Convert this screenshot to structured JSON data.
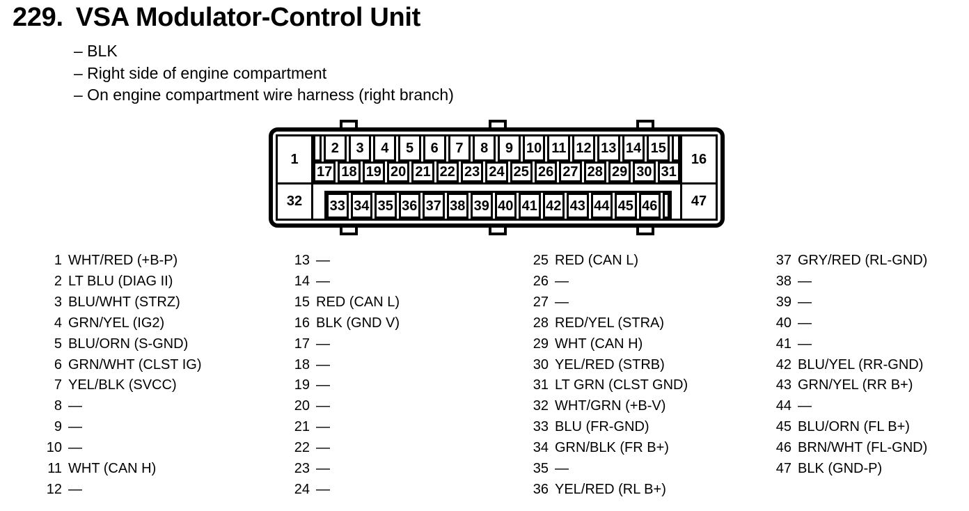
{
  "page": {
    "heading": {
      "number": "229.",
      "title": "VSA Modulator-Control Unit"
    },
    "notes": [
      "– BLK",
      "– Right side of engine compartment",
      "– On engine compartment wire harness (right branch)"
    ]
  },
  "connector": {
    "corner_pins": {
      "top_left": "1",
      "top_right": "16",
      "bottom_left": "32",
      "bottom_right": "47"
    },
    "top_row": [
      "2",
      "3",
      "4",
      "5",
      "6",
      "7",
      "8",
      "9",
      "10",
      "11",
      "12",
      "13",
      "14",
      "15"
    ],
    "middle_row": [
      "17",
      "18",
      "19",
      "20",
      "21",
      "22",
      "23",
      "24",
      "25",
      "26",
      "27",
      "28",
      "29",
      "30",
      "31"
    ],
    "bottom_row": [
      "33",
      "34",
      "35",
      "36",
      "37",
      "38",
      "39",
      "40",
      "41",
      "42",
      "43",
      "44",
      "45",
      "46"
    ]
  },
  "pin_list": {
    "columns": [
      {
        "pins": [
          {
            "n": "1",
            "label": "WHT/RED (+B-P)"
          },
          {
            "n": "2",
            "label": "LT BLU (DIAG II)"
          },
          {
            "n": "3",
            "label": "BLU/WHT (STRZ)"
          },
          {
            "n": "4",
            "label": "GRN/YEL (IG2)"
          },
          {
            "n": "5",
            "label": "BLU/ORN (S-GND)"
          },
          {
            "n": "6",
            "label": "GRN/WHT (CLST IG)"
          },
          {
            "n": "7",
            "label": "YEL/BLK (SVCC)"
          },
          {
            "n": "8",
            "label": "—"
          },
          {
            "n": "9",
            "label": "—"
          },
          {
            "n": "10",
            "label": "—"
          },
          {
            "n": "11",
            "label": "WHT (CAN H)"
          },
          {
            "n": "12",
            "label": "—"
          }
        ]
      },
      {
        "pins": [
          {
            "n": "13",
            "label": "—"
          },
          {
            "n": "14",
            "label": "—"
          },
          {
            "n": "15",
            "label": "RED (CAN L)"
          },
          {
            "n": "16",
            "label": "BLK (GND V)"
          },
          {
            "n": "17",
            "label": "—"
          },
          {
            "n": "18",
            "label": "—"
          },
          {
            "n": "19",
            "label": "—"
          },
          {
            "n": "20",
            "label": "—"
          },
          {
            "n": "21",
            "label": "—"
          },
          {
            "n": "22",
            "label": "—"
          },
          {
            "n": "23",
            "label": "—"
          },
          {
            "n": "24",
            "label": "—"
          }
        ]
      },
      {
        "pins": [
          {
            "n": "25",
            "label": "RED (CAN L)"
          },
          {
            "n": "26",
            "label": "—"
          },
          {
            "n": "27",
            "label": "—"
          },
          {
            "n": "28",
            "label": "RED/YEL (STRA)"
          },
          {
            "n": "29",
            "label": "WHT (CAN H)"
          },
          {
            "n": "30",
            "label": "YEL/RED (STRB)"
          },
          {
            "n": "31",
            "label": "LT GRN (CLST GND)"
          },
          {
            "n": "32",
            "label": "WHT/GRN (+B-V)"
          },
          {
            "n": "33",
            "label": "BLU (FR-GND)"
          },
          {
            "n": "34",
            "label": "GRN/BLK (FR B+)"
          },
          {
            "n": "35",
            "label": "—"
          },
          {
            "n": "36",
            "label": "YEL/RED (RL B+)"
          }
        ]
      },
      {
        "pins": [
          {
            "n": "37",
            "label": "GRY/RED (RL-GND)"
          },
          {
            "n": "38",
            "label": "—"
          },
          {
            "n": "39",
            "label": "—"
          },
          {
            "n": "40",
            "label": "—"
          },
          {
            "n": "41",
            "label": "—"
          },
          {
            "n": "42",
            "label": "BLU/YEL (RR-GND)"
          },
          {
            "n": "43",
            "label": "GRN/YEL (RR B+)"
          },
          {
            "n": "44",
            "label": "—"
          },
          {
            "n": "45",
            "label": "BLU/ORN (FL B+)"
          },
          {
            "n": "46",
            "label": "BRN/WHT (FL-GND)"
          },
          {
            "n": "47",
            "label": "BLK (GND-P)"
          }
        ]
      }
    ]
  }
}
